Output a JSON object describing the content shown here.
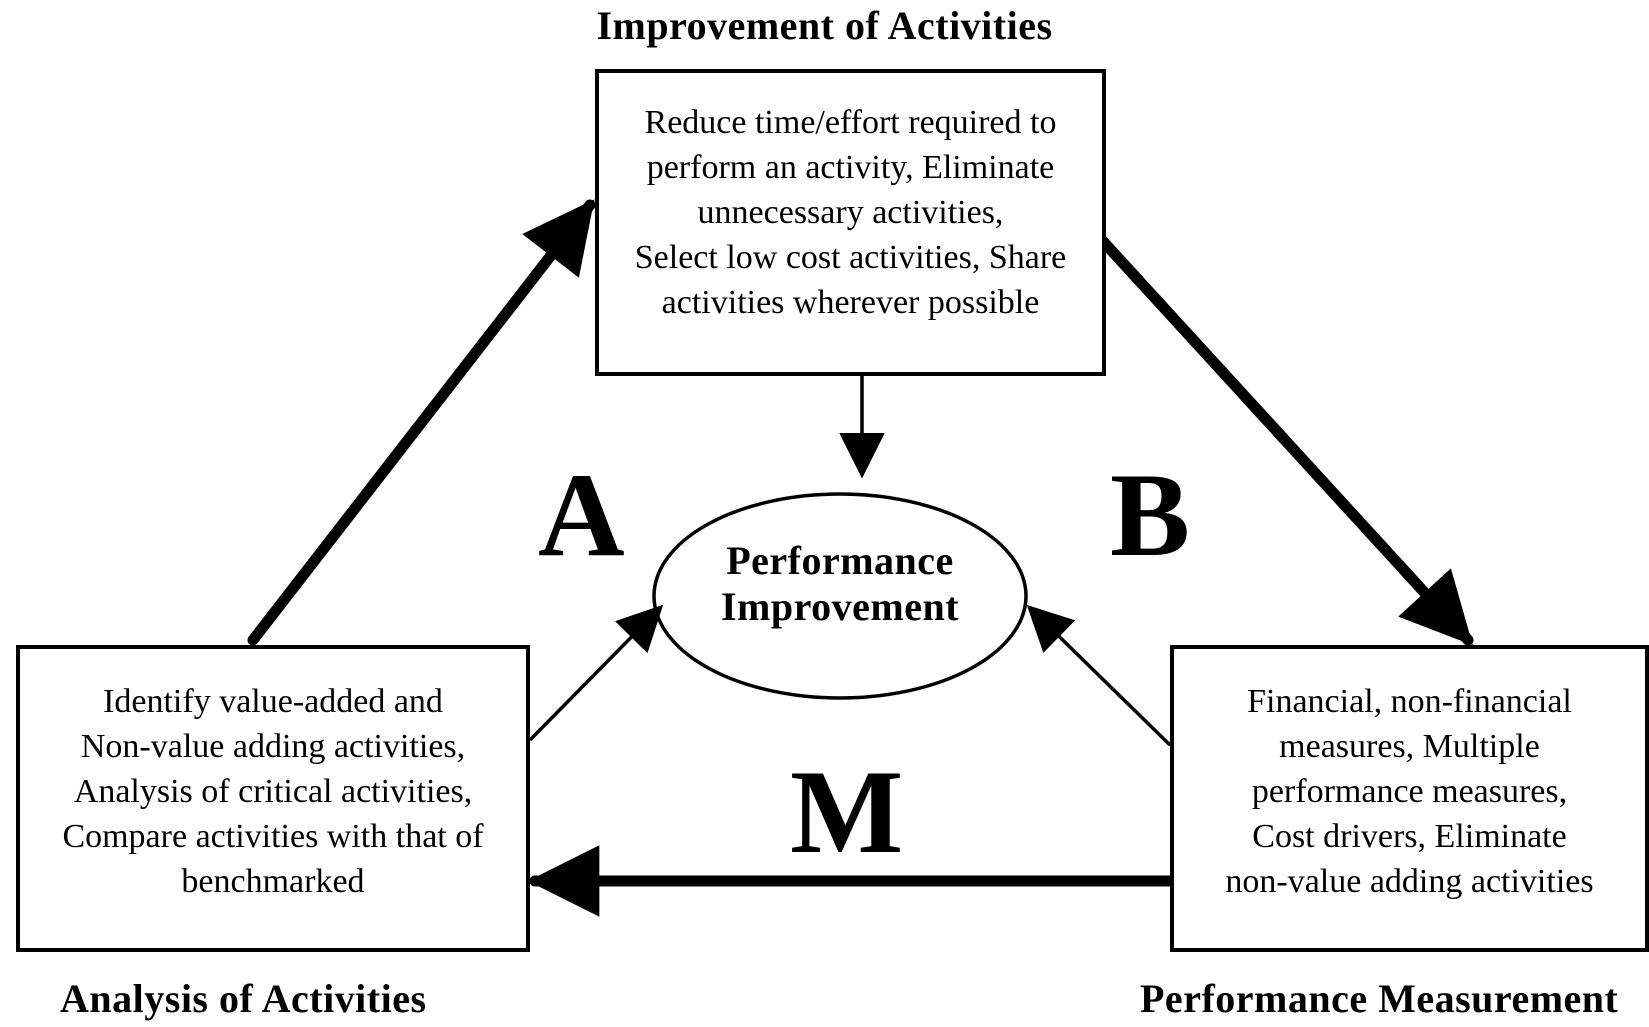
{
  "titles": {
    "top": "Improvement of Activities",
    "left": "Analysis of Activities",
    "right": "Performance Measurement"
  },
  "boxes": {
    "top": [
      "Reduce time/effort required to",
      "perform an activity, Eliminate",
      "unnecessary activities,",
      "Select low cost activities, Share",
      "activities wherever possible"
    ],
    "left": [
      "Identify value-added and",
      "Non-value adding activities,",
      "Analysis of critical activities,",
      "Compare activities with that of",
      "benchmarked"
    ],
    "right": [
      "Financial, non-financial",
      "measures, Multiple",
      "performance measures,",
      "Cost drivers, Eliminate",
      "non-value adding activities"
    ]
  },
  "center": {
    "line1": "Performance",
    "line2": "Improvement"
  },
  "letters": {
    "a": "A",
    "b": "B",
    "m": "M"
  }
}
